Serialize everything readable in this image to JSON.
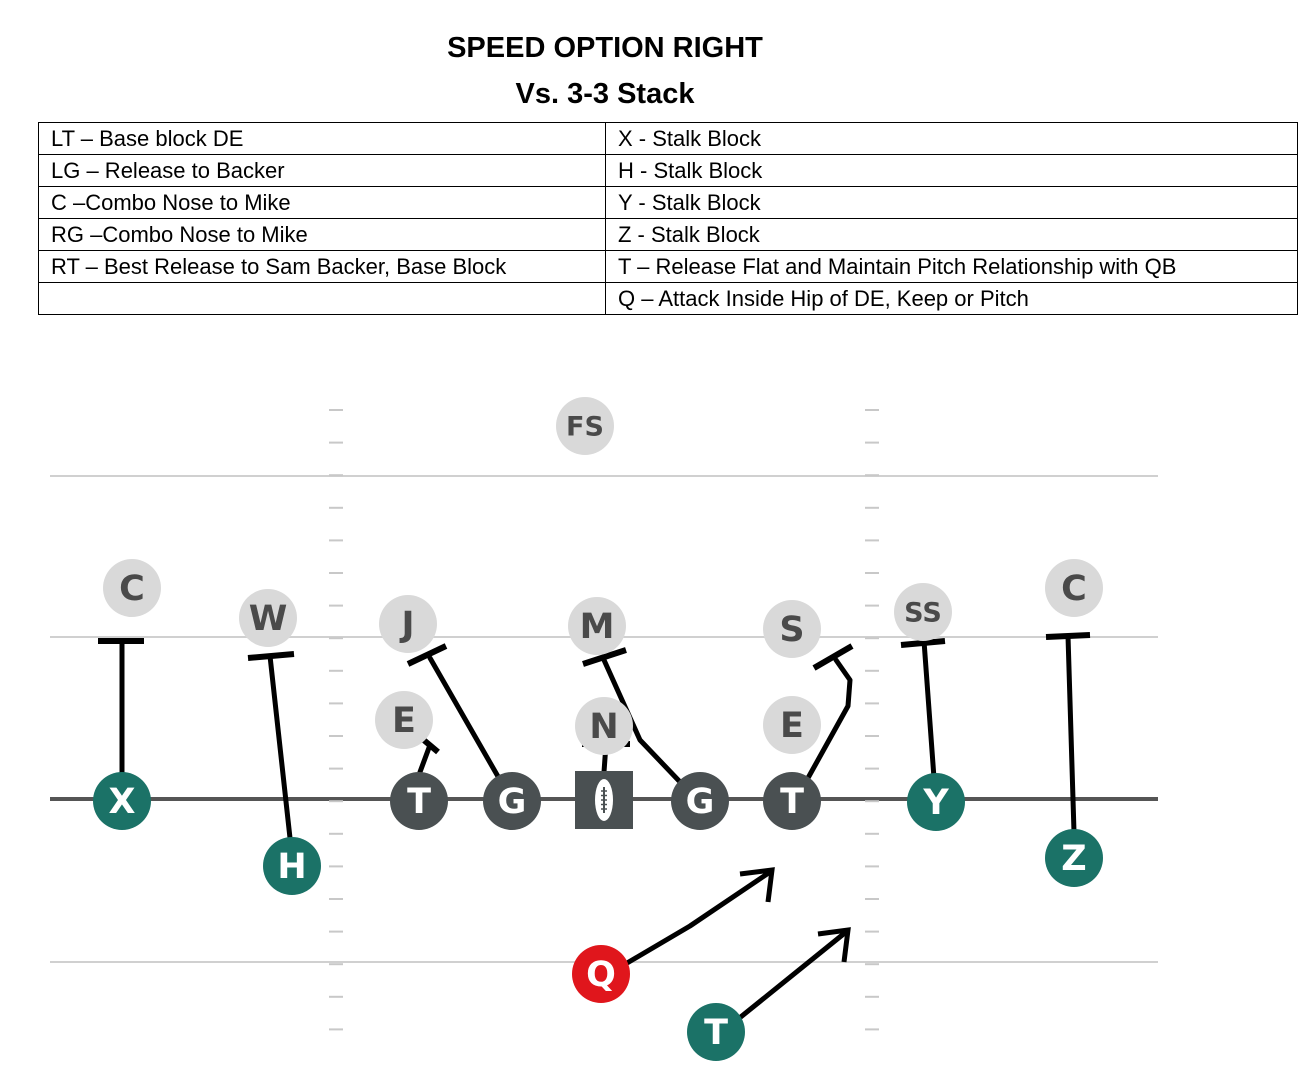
{
  "title": "SPEED OPTION RIGHT",
  "subtitle": "Vs. 3-3 Stack",
  "assignments": [
    [
      "LT – Base block DE",
      "X - Stalk Block"
    ],
    [
      "LG – Release to Backer",
      "H - Stalk Block"
    ],
    [
      "C –Combo Nose to Mike",
      "Y - Stalk Block"
    ],
    [
      "RG –Combo Nose to Mike",
      "Z - Stalk Block"
    ],
    [
      "RT – Best Release to Sam Backer, Base Block",
      "T – Release Flat and Maintain Pitch Relationship with QB"
    ],
    [
      "",
      "Q – Attack Inside Hip of DE, Keep or Pitch"
    ]
  ],
  "colors": {
    "offense_skill": "#1b7267",
    "offense_line": "#4a5052",
    "quarterback": "#e0161c",
    "defense": "#d9d9d9",
    "route": "#000000"
  },
  "defense": [
    {
      "id": "fs",
      "label": "FS"
    },
    {
      "id": "c-left",
      "label": "C"
    },
    {
      "id": "w",
      "label": "W"
    },
    {
      "id": "j",
      "label": "J"
    },
    {
      "id": "m",
      "label": "M"
    },
    {
      "id": "s",
      "label": "S"
    },
    {
      "id": "ss",
      "label": "SS"
    },
    {
      "id": "c-right",
      "label": "C"
    },
    {
      "id": "e-left",
      "label": "E"
    },
    {
      "id": "n",
      "label": "N"
    },
    {
      "id": "e-right",
      "label": "E"
    }
  ],
  "offense": [
    {
      "id": "x",
      "label": "X",
      "role": "skill"
    },
    {
      "id": "h",
      "label": "H",
      "role": "skill"
    },
    {
      "id": "lt",
      "label": "T",
      "role": "line"
    },
    {
      "id": "lg",
      "label": "G",
      "role": "line"
    },
    {
      "id": "center",
      "label": "",
      "role": "center",
      "icon": "football-icon"
    },
    {
      "id": "rg",
      "label": "G",
      "role": "line"
    },
    {
      "id": "rt",
      "label": "T",
      "role": "line"
    },
    {
      "id": "y",
      "label": "Y",
      "role": "skill"
    },
    {
      "id": "z",
      "label": "Z",
      "role": "skill"
    },
    {
      "id": "q",
      "label": "Q",
      "role": "qb"
    },
    {
      "id": "t-back",
      "label": "T",
      "role": "skill"
    }
  ]
}
